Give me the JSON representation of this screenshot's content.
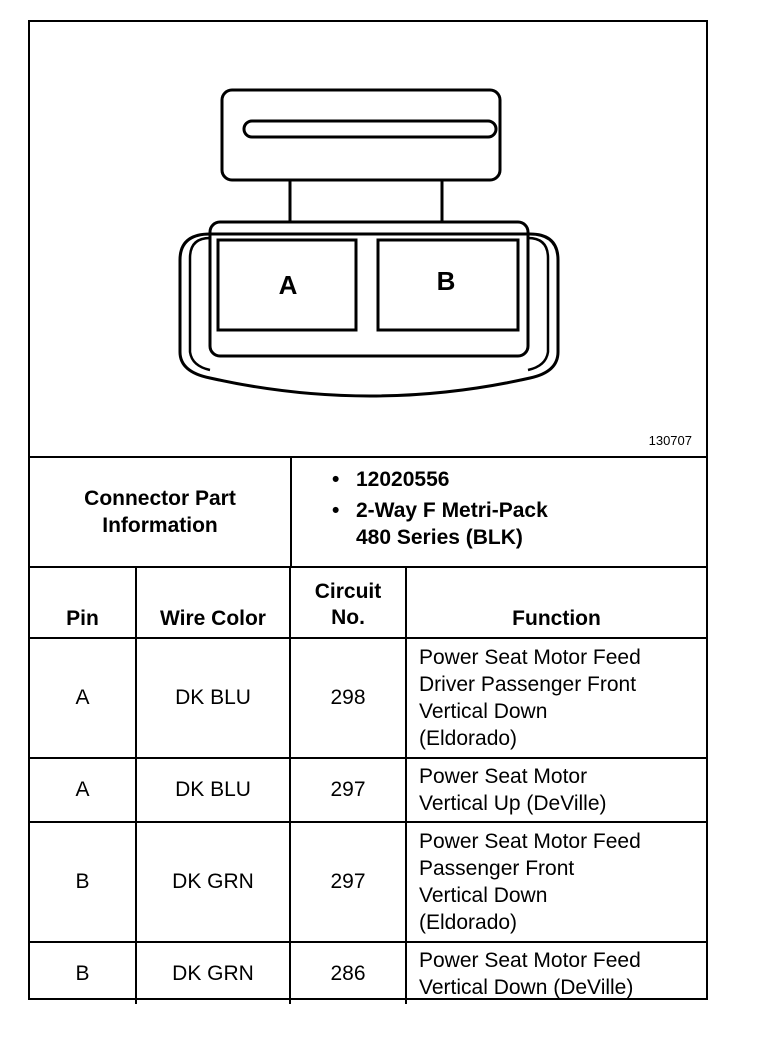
{
  "diagram": {
    "pin_labels": [
      "A",
      "B"
    ],
    "figure_number": "130707"
  },
  "part_info": {
    "label_line1": "Connector Part",
    "label_line2": "Information",
    "items": [
      {
        "line1": "12020556",
        "line2": ""
      },
      {
        "line1": "2-Way F Metri-Pack",
        "line2": "480 Series (BLK)"
      }
    ]
  },
  "table": {
    "headers": {
      "pin": "Pin",
      "wire_color": "Wire Color",
      "circuit_line1": "Circuit",
      "circuit_line2": "No.",
      "function": "Function"
    },
    "rows": [
      {
        "pin": "A",
        "wire_color": "DK BLU",
        "circuit": "298",
        "function": [
          "Power Seat Motor Feed",
          "Driver Passenger Front",
          "Vertical Down",
          "(Eldorado)"
        ]
      },
      {
        "pin": "A",
        "wire_color": "DK BLU",
        "circuit": "297",
        "function": [
          "Power Seat Motor",
          "Vertical Up (DeVille)"
        ]
      },
      {
        "pin": "B",
        "wire_color": "DK GRN",
        "circuit": "297",
        "function": [
          "Power Seat Motor Feed",
          "Passenger Front",
          "Vertical Down",
          "(Eldorado)"
        ]
      },
      {
        "pin": "B",
        "wire_color": "DK GRN",
        "circuit": "286",
        "function": [
          "Power Seat Motor Feed",
          "Vertical Down (DeVille)"
        ]
      }
    ]
  }
}
